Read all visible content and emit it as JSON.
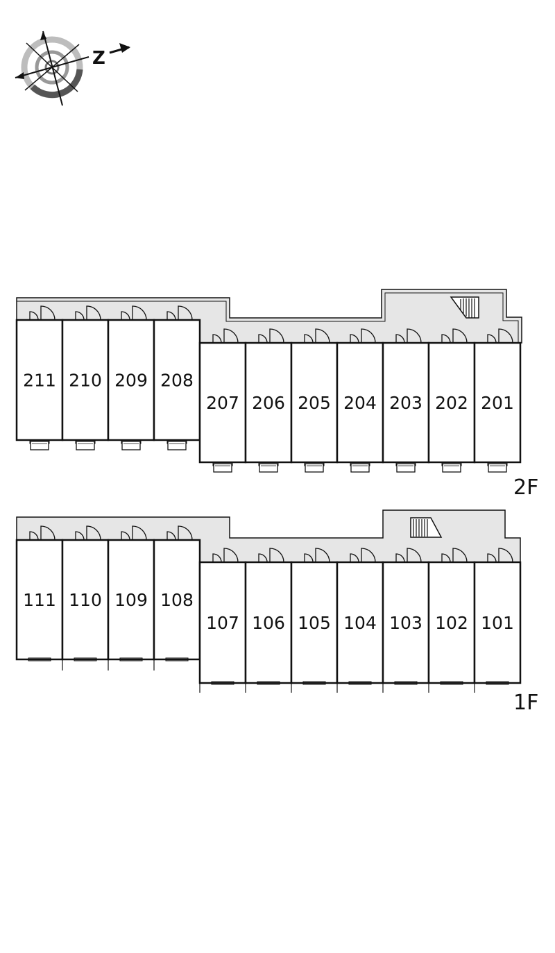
{
  "compass": {
    "letter": "Z",
    "icon": "compass-north-icon"
  },
  "floors": [
    {
      "id": "2F",
      "label": "2F",
      "left_rooms": [
        "211",
        "210",
        "209",
        "208"
      ],
      "right_rooms": [
        "207",
        "206",
        "205",
        "204",
        "203",
        "202",
        "201"
      ],
      "stair_icon": "staircase-icon"
    },
    {
      "id": "1F",
      "label": "1F",
      "left_rooms": [
        "111",
        "110",
        "109",
        "108"
      ],
      "right_rooms": [
        "107",
        "106",
        "105",
        "104",
        "103",
        "102",
        "101"
      ],
      "stair_icon": "staircase-icon"
    }
  ],
  "colors": {
    "corridor": "#e6e6e6",
    "line": "#111111",
    "background": "#ffffff"
  }
}
